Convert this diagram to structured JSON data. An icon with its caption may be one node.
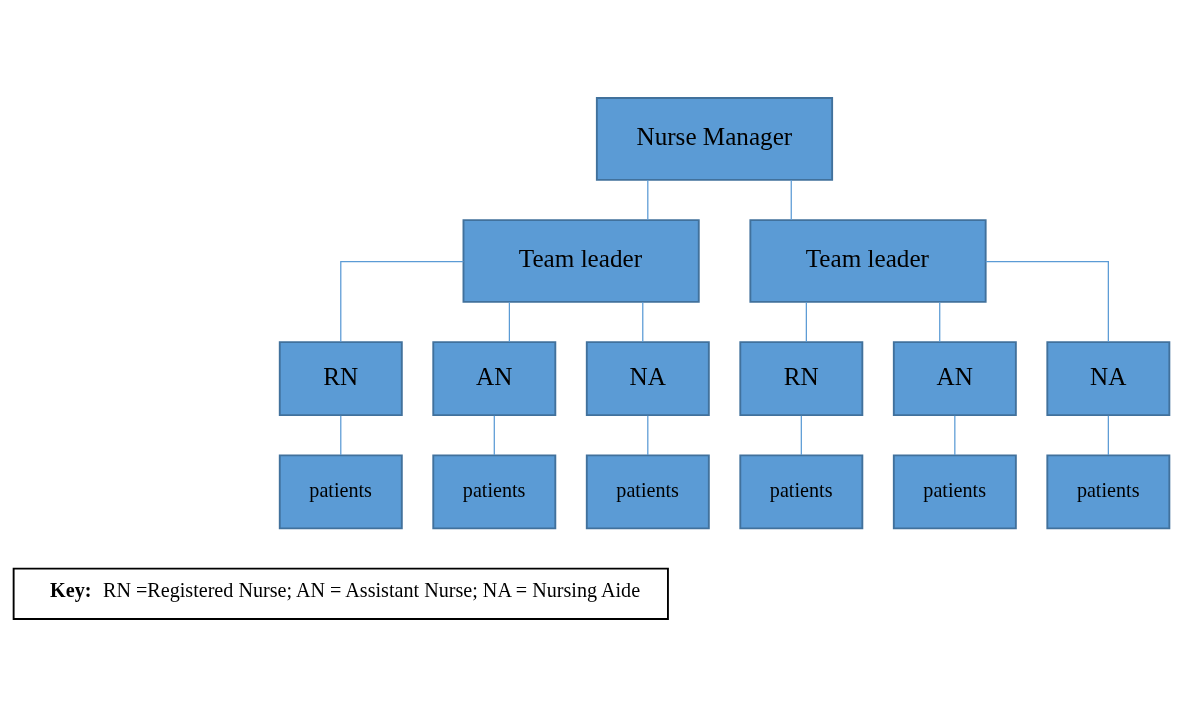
{
  "diagram": {
    "nodes": [
      {
        "text": [
          "Nurse Manager"
        ]
      },
      {
        "text": [
          "Team leader"
        ]
      },
      {
        "text": [
          "Team leader"
        ]
      },
      {
        "text": [
          "RN"
        ]
      },
      {
        "text": [
          "AN"
        ]
      },
      {
        "text": [
          "NA"
        ]
      },
      {
        "text": [
          "RN"
        ]
      },
      {
        "text": [
          "AN"
        ]
      },
      {
        "text": [
          "NA"
        ]
      },
      {
        "text": [
          "patients"
        ]
      },
      {
        "text": [
          "patients"
        ]
      },
      {
        "text": [
          "patients"
        ]
      },
      {
        "text": [
          "patients"
        ]
      },
      {
        "text": [
          "patients"
        ]
      },
      {
        "text": [
          "patients"
        ]
      },
      {
        "text": [
          "Key:",
          "RN =Registered Nurse; AN = Assistant Nurse; NA = Nursing Aide"
        ]
      }
    ],
    "edges": [
      {
        "from": 0,
        "to": 1,
        "arrow": "none"
      },
      {
        "from": 0,
        "to": 2,
        "arrow": "none"
      },
      {
        "from": 1,
        "to": 3,
        "arrow": "none"
      },
      {
        "from": 1,
        "to": 4,
        "arrow": "none"
      },
      {
        "from": 1,
        "to": 5,
        "arrow": "none"
      },
      {
        "from": 2,
        "to": 6,
        "arrow": "none"
      },
      {
        "from": 2,
        "to": 7,
        "arrow": "none"
      },
      {
        "from": 2,
        "to": 8,
        "arrow": "none"
      },
      {
        "from": 3,
        "to": 9,
        "arrow": "none"
      },
      {
        "from": 4,
        "to": 10,
        "arrow": "none"
      },
      {
        "from": 5,
        "to": 11,
        "arrow": "none"
      },
      {
        "from": 6,
        "to": 12,
        "arrow": "none"
      },
      {
        "from": 7,
        "to": 13,
        "arrow": "none"
      },
      {
        "from": 8,
        "to": 14,
        "arrow": "none"
      }
    ]
  }
}
